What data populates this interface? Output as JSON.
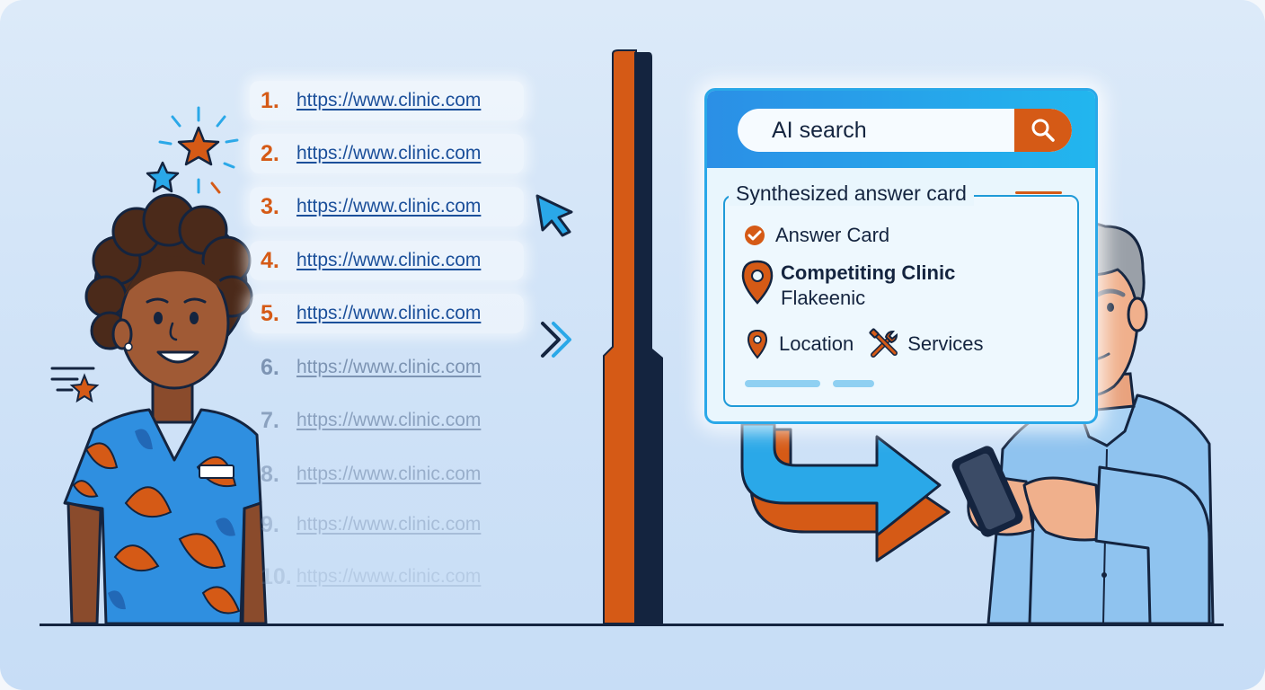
{
  "results": [
    {
      "rank": "1.",
      "url": "https://www.clinic.com",
      "faded": false
    },
    {
      "rank": "2.",
      "url": "https://www.clinic.com",
      "faded": false
    },
    {
      "rank": "3.",
      "url": "https://www.clinic.com",
      "faded": false
    },
    {
      "rank": "4.",
      "url": "https://www.clinic.com",
      "faded": false
    },
    {
      "rank": "5.",
      "url": "https://www.clinic.com",
      "faded": false
    },
    {
      "rank": "6.",
      "url": "https://www.clinic.com",
      "faded": true,
      "opacity": 0.85
    },
    {
      "rank": "7.",
      "url": "https://www.clinic.com",
      "faded": true,
      "opacity": 0.7
    },
    {
      "rank": "8.",
      "url": "https://www.clinic.com",
      "faded": true,
      "opacity": 0.55
    },
    {
      "rank": "9.",
      "url": "https://www.clinic.com",
      "faded": true,
      "opacity": 0.38
    },
    {
      "rank": "10.",
      "url": "https://www.clinic.com",
      "faded": true,
      "opacity": 0.22
    }
  ],
  "ai": {
    "search_text": "AI search",
    "card_title": "Synthesized answer card",
    "answer_label": "Answer Card",
    "clinic_name": "Competiting Clinic",
    "clinic_sub": "Flakeenic",
    "location_label": "Location",
    "services_label": "Services"
  },
  "colors": {
    "accent_orange": "#d55a16",
    "accent_blue": "#2aa8e8",
    "navy": "#14243f",
    "link_blue": "#1b4f9a"
  },
  "icons": [
    "star-icon",
    "cursor-arrow-icon",
    "chevron-right-double-icon",
    "search-icon",
    "check-circle-icon",
    "location-pin-icon",
    "tools-icon",
    "phone-icon"
  ]
}
